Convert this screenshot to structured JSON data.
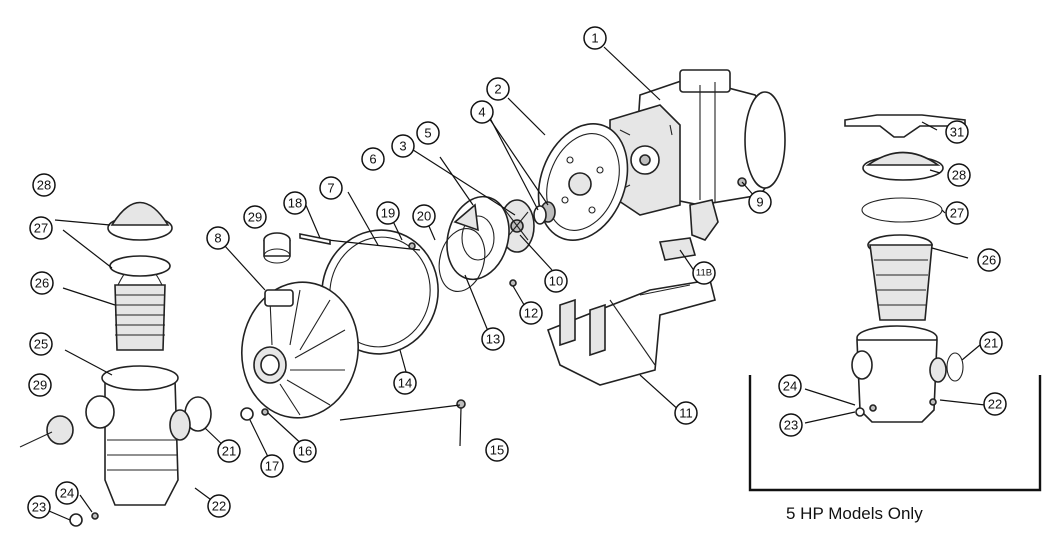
{
  "caption": "5 HP Models Only",
  "callouts": [
    {
      "id": "c1",
      "label": "1"
    },
    {
      "id": "c2",
      "label": "2"
    },
    {
      "id": "c3",
      "label": "3"
    },
    {
      "id": "c4",
      "label": "4"
    },
    {
      "id": "c5",
      "label": "5"
    },
    {
      "id": "c6",
      "label": "6"
    },
    {
      "id": "c7",
      "label": "7"
    },
    {
      "id": "c8",
      "label": "8"
    },
    {
      "id": "c9",
      "label": "9"
    },
    {
      "id": "c10",
      "label": "10"
    },
    {
      "id": "c11",
      "label": "11"
    },
    {
      "id": "c11b",
      "label": "11B"
    },
    {
      "id": "c12",
      "label": "12"
    },
    {
      "id": "c13",
      "label": "13"
    },
    {
      "id": "c14",
      "label": "14"
    },
    {
      "id": "c15",
      "label": "15"
    },
    {
      "id": "c16",
      "label": "16"
    },
    {
      "id": "c17",
      "label": "17"
    },
    {
      "id": "c18",
      "label": "18"
    },
    {
      "id": "c19",
      "label": "19"
    },
    {
      "id": "c20",
      "label": "20"
    },
    {
      "id": "c21a",
      "label": "21"
    },
    {
      "id": "c22a",
      "label": "22"
    },
    {
      "id": "c23a",
      "label": "23"
    },
    {
      "id": "c24a",
      "label": "24"
    },
    {
      "id": "c25",
      "label": "25"
    },
    {
      "id": "c26a",
      "label": "26"
    },
    {
      "id": "c27a",
      "label": "27"
    },
    {
      "id": "c28a",
      "label": "28"
    },
    {
      "id": "c29a",
      "label": "29"
    },
    {
      "id": "c29b",
      "label": "29"
    },
    {
      "id": "c31",
      "label": "31"
    },
    {
      "id": "c28b",
      "label": "28"
    },
    {
      "id": "c27b",
      "label": "27"
    },
    {
      "id": "c26b",
      "label": "26"
    },
    {
      "id": "c21b",
      "label": "21"
    },
    {
      "id": "c22b",
      "label": "22"
    },
    {
      "id": "c24b",
      "label": "24"
    },
    {
      "id": "c23b",
      "label": "23"
    }
  ]
}
